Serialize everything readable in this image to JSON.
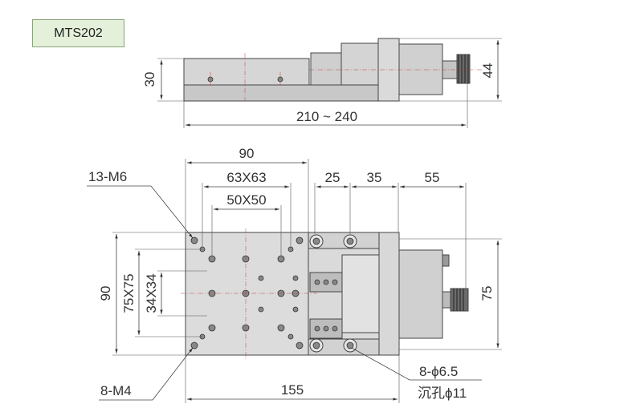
{
  "model": "MTS202",
  "side_view": {
    "height_left": "30",
    "height_right": "44",
    "length_range": "210 ~ 240"
  },
  "top_view": {
    "top_width": "90",
    "pattern_outer": "63X63",
    "pattern_inner": "50X50",
    "dim_25": "25",
    "dim_35": "35",
    "dim_55": "55",
    "left_height": "90",
    "pattern_v_outer": "75X75",
    "pattern_v_inner": "34X34",
    "right_height": "75",
    "bottom_width": "155",
    "callout_m6": "13-M6",
    "callout_m4": "8-M4",
    "callout_holes": "8-ϕ6.5",
    "callout_counterbore": "沉孔ϕ11"
  },
  "colors": {
    "badge_bg": "#e4f0d9",
    "part_fill": "#d9d9d9",
    "part_dark": "#bfbfbf"
  }
}
